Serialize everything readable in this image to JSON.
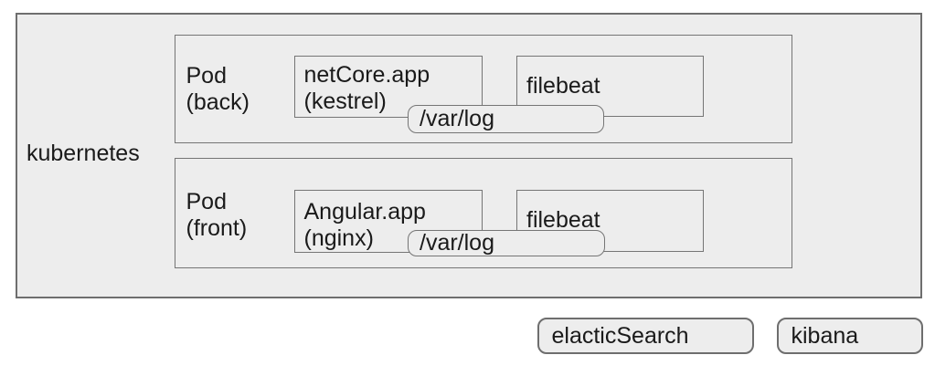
{
  "diagram": {
    "cluster": {
      "label": "kubernetes"
    },
    "pods": [
      {
        "name_line1": "Pod",
        "name_line2": "(back)",
        "app_line1": "netCore.app",
        "app_line2": "(kestrel)",
        "agent": "filebeat",
        "volume": "/var/log"
      },
      {
        "name_line1": "Pod",
        "name_line2": "(front)",
        "app_line1": "Angular.app",
        "app_line2": "(nginx)",
        "agent": "filebeat",
        "volume": "/var/log"
      }
    ],
    "services": [
      {
        "label": "elacticSearch"
      },
      {
        "label": "kibana"
      }
    ],
    "colors": {
      "box_fill": "#ededed",
      "box_border": "#757575",
      "outer_border": "#6e6e6e",
      "text": "#1a1a1a",
      "page_background": "#ffffff"
    }
  }
}
